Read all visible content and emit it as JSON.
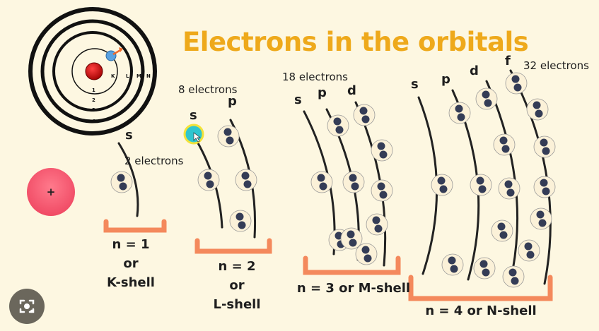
{
  "title": "Electrons in the orbitals",
  "atom": {
    "shell_letters": [
      "K",
      "L",
      "M",
      "N"
    ],
    "shell_numbers": [
      "1",
      "2",
      "3",
      "4"
    ]
  },
  "nucleus_symbol": "+",
  "shells": [
    {
      "capacity": "2 electrons",
      "orbitals": [
        "s"
      ],
      "label_lines": [
        "n = 1",
        "or",
        "K-shell"
      ]
    },
    {
      "capacity": "8 electrons",
      "orbitals": [
        "s",
        "p"
      ],
      "label_lines": [
        "n  = 2",
        "or",
        "L-shell"
      ]
    },
    {
      "capacity": "18 electrons",
      "orbitals": [
        "s",
        "p",
        "d"
      ],
      "label_lines": [
        "n = 3 or M-shell"
      ]
    },
    {
      "capacity": "32 electrons",
      "orbitals": [
        "s",
        "p",
        "d",
        "f"
      ],
      "label_lines": [
        "n = 4 or N-shell"
      ]
    }
  ],
  "colors": {
    "title": "#eea91b",
    "bracket": "#f4895c",
    "electron": "#343c56",
    "highlight": "#2fc6cf",
    "nucleus": "#f25a6f"
  }
}
